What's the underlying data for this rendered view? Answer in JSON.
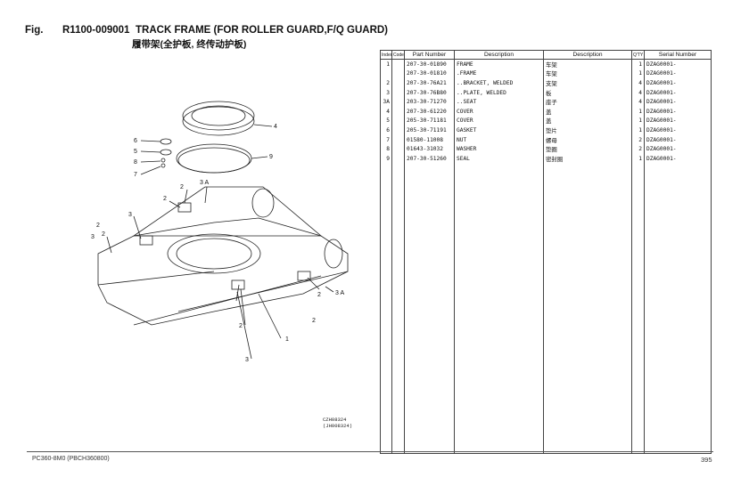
{
  "header": {
    "fig_label": "Fig.",
    "fig_code": "R1100-009001",
    "title": "TRACK FRAME (FOR ROLLER GUARD,F/Q GUARD)",
    "subtitle": "履带架(全护板, 终传动护板)"
  },
  "drawing": {
    "callouts": [
      "4",
      "9",
      "6",
      "5",
      "8",
      "7",
      "3 A",
      "2",
      "2",
      "3",
      "2",
      "1",
      "3 A",
      "2",
      "2",
      "3",
      "2",
      "2",
      "3"
    ],
    "reference_codes": [
      "CZH08324",
      "(JH008324)"
    ]
  },
  "table": {
    "columns": [
      "Index",
      "Code",
      "Part Number",
      "Description",
      "Description",
      "Q'TY",
      "Serial Number"
    ],
    "rows": [
      {
        "index": "1",
        "code": "",
        "part_number": "207-30-01890",
        "desc_en": "FRAME",
        "desc_zh": "车架",
        "qty": "1",
        "serial": "DZAG0001-"
      },
      {
        "index": "",
        "code": "",
        "part_number": "207-30-01810",
        "desc_en": ".FRAME",
        "desc_zh": "车架",
        "qty": "1",
        "serial": "DZAG0001-"
      },
      {
        "index": "2",
        "code": "",
        "part_number": "207-30-76A21",
        "desc_en": "..BRACKET, WELDED",
        "desc_zh": "支架",
        "qty": "4",
        "serial": "DZAG0001-"
      },
      {
        "index": "3",
        "code": "",
        "part_number": "207-30-76B80",
        "desc_en": "..PLATE, WELDED",
        "desc_zh": "板",
        "qty": "4",
        "serial": "DZAG0001-"
      },
      {
        "index": "3A",
        "code": "",
        "part_number": "203-30-71270",
        "desc_en": "..SEAT",
        "desc_zh": "座子",
        "qty": "4",
        "serial": "DZAG0001-"
      },
      {
        "index": "4",
        "code": "",
        "part_number": "207-30-61220",
        "desc_en": "COVER",
        "desc_zh": "盖",
        "qty": "1",
        "serial": "DZAG0001-"
      },
      {
        "index": "5",
        "code": "",
        "part_number": "205-30-71181",
        "desc_en": "COVER",
        "desc_zh": "盖",
        "qty": "1",
        "serial": "DZAG0001-"
      },
      {
        "index": "6",
        "code": "",
        "part_number": "205-30-71191",
        "desc_en": "GASKET",
        "desc_zh": "垫片",
        "qty": "1",
        "serial": "DZAG0001-"
      },
      {
        "index": "7",
        "code": "",
        "part_number": "01580-11008",
        "desc_en": "NUT",
        "desc_zh": "螺母",
        "qty": "2",
        "serial": "DZAG0001-"
      },
      {
        "index": "8",
        "code": "",
        "part_number": "01643-31032",
        "desc_en": "WASHER",
        "desc_zh": "垫圈",
        "qty": "2",
        "serial": "DZAG0001-"
      },
      {
        "index": "9",
        "code": "",
        "part_number": "207-30-51260",
        "desc_en": "SEAL",
        "desc_zh": "密封圈",
        "qty": "1",
        "serial": "DZAG0001-"
      }
    ]
  },
  "footer": {
    "model": "PC360-8M0  (PBCH360800)",
    "page": "395"
  }
}
